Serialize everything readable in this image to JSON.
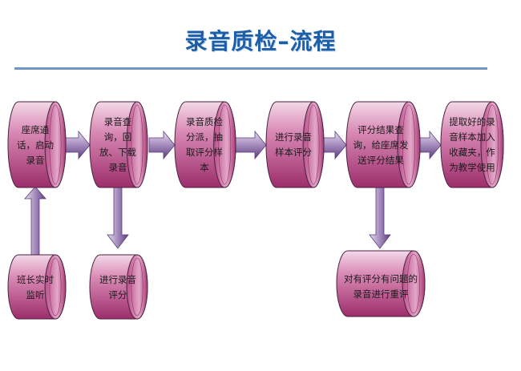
{
  "title": "录音质检–流程",
  "nodes": {
    "n1": "座席通话，启动录音",
    "n2": "录音查询，回放、下载录音",
    "n3": "录音质检分派，抽取评分样本",
    "n4": "进行录音样本评分",
    "n5": "评分结果查询，给座席发送评分结果",
    "n6": "提取好的录音样本加入收藏夹，作为教学使用",
    "n7": "班长实时监听",
    "n8": "进行录音评分",
    "n9": "对有评分有问题的录音进行重评"
  },
  "colors": {
    "drum_fill": "#b2407e",
    "drum_highlight": "#f2d3e5",
    "arrow_fill": "#8a6aa6",
    "title": "#1c5ea8"
  }
}
